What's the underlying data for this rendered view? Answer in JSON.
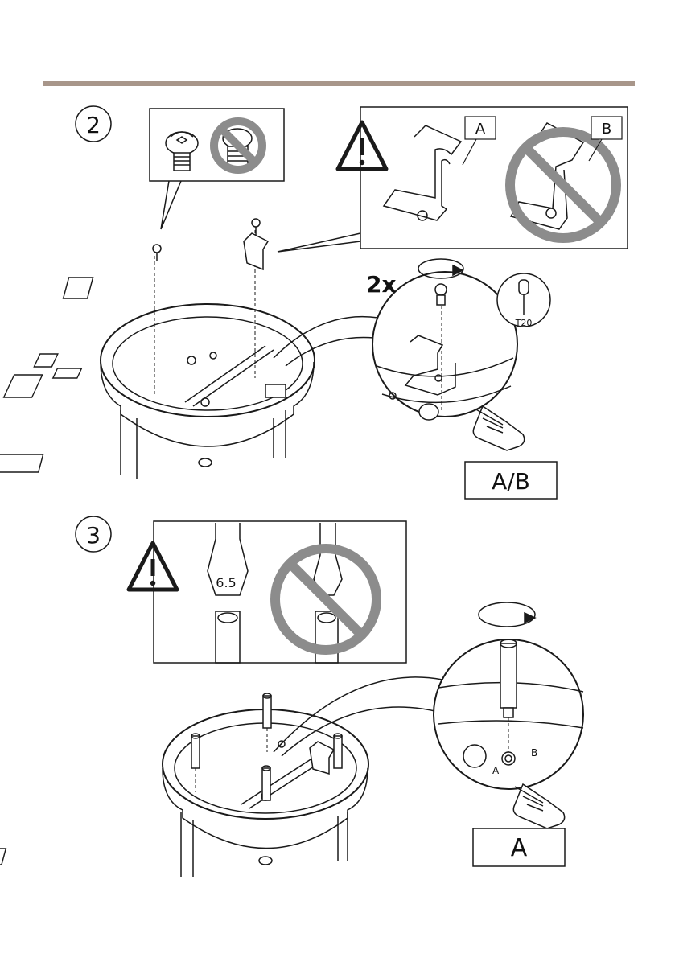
{
  "page": {
    "rule_color": "#a8968a",
    "stroke_color": "#1a1a1a",
    "forbidden_color": "#8c8c8c"
  },
  "step2": {
    "number": "2",
    "multiplier": "2x",
    "tool_label": "T20",
    "callout_a": "A",
    "callout_b": "B",
    "switch_label": "A/B",
    "icons": [
      "screw-icon",
      "no-screw-icon",
      "warning-icon",
      "bracket-icon",
      "prohibited-icon",
      "screwdriver-icon",
      "hand-pointer-icon",
      "rotate-arrow-icon"
    ]
  },
  "step3": {
    "number": "3",
    "bit_size": "6.5",
    "switch_label": "A",
    "magnified_a": "A",
    "magnified_b": "B",
    "icons": [
      "warning-icon",
      "flat-screwdriver-icon",
      "prohibited-icon",
      "standoff-icon",
      "hand-pointer-icon",
      "rotate-arrow-icon"
    ]
  }
}
